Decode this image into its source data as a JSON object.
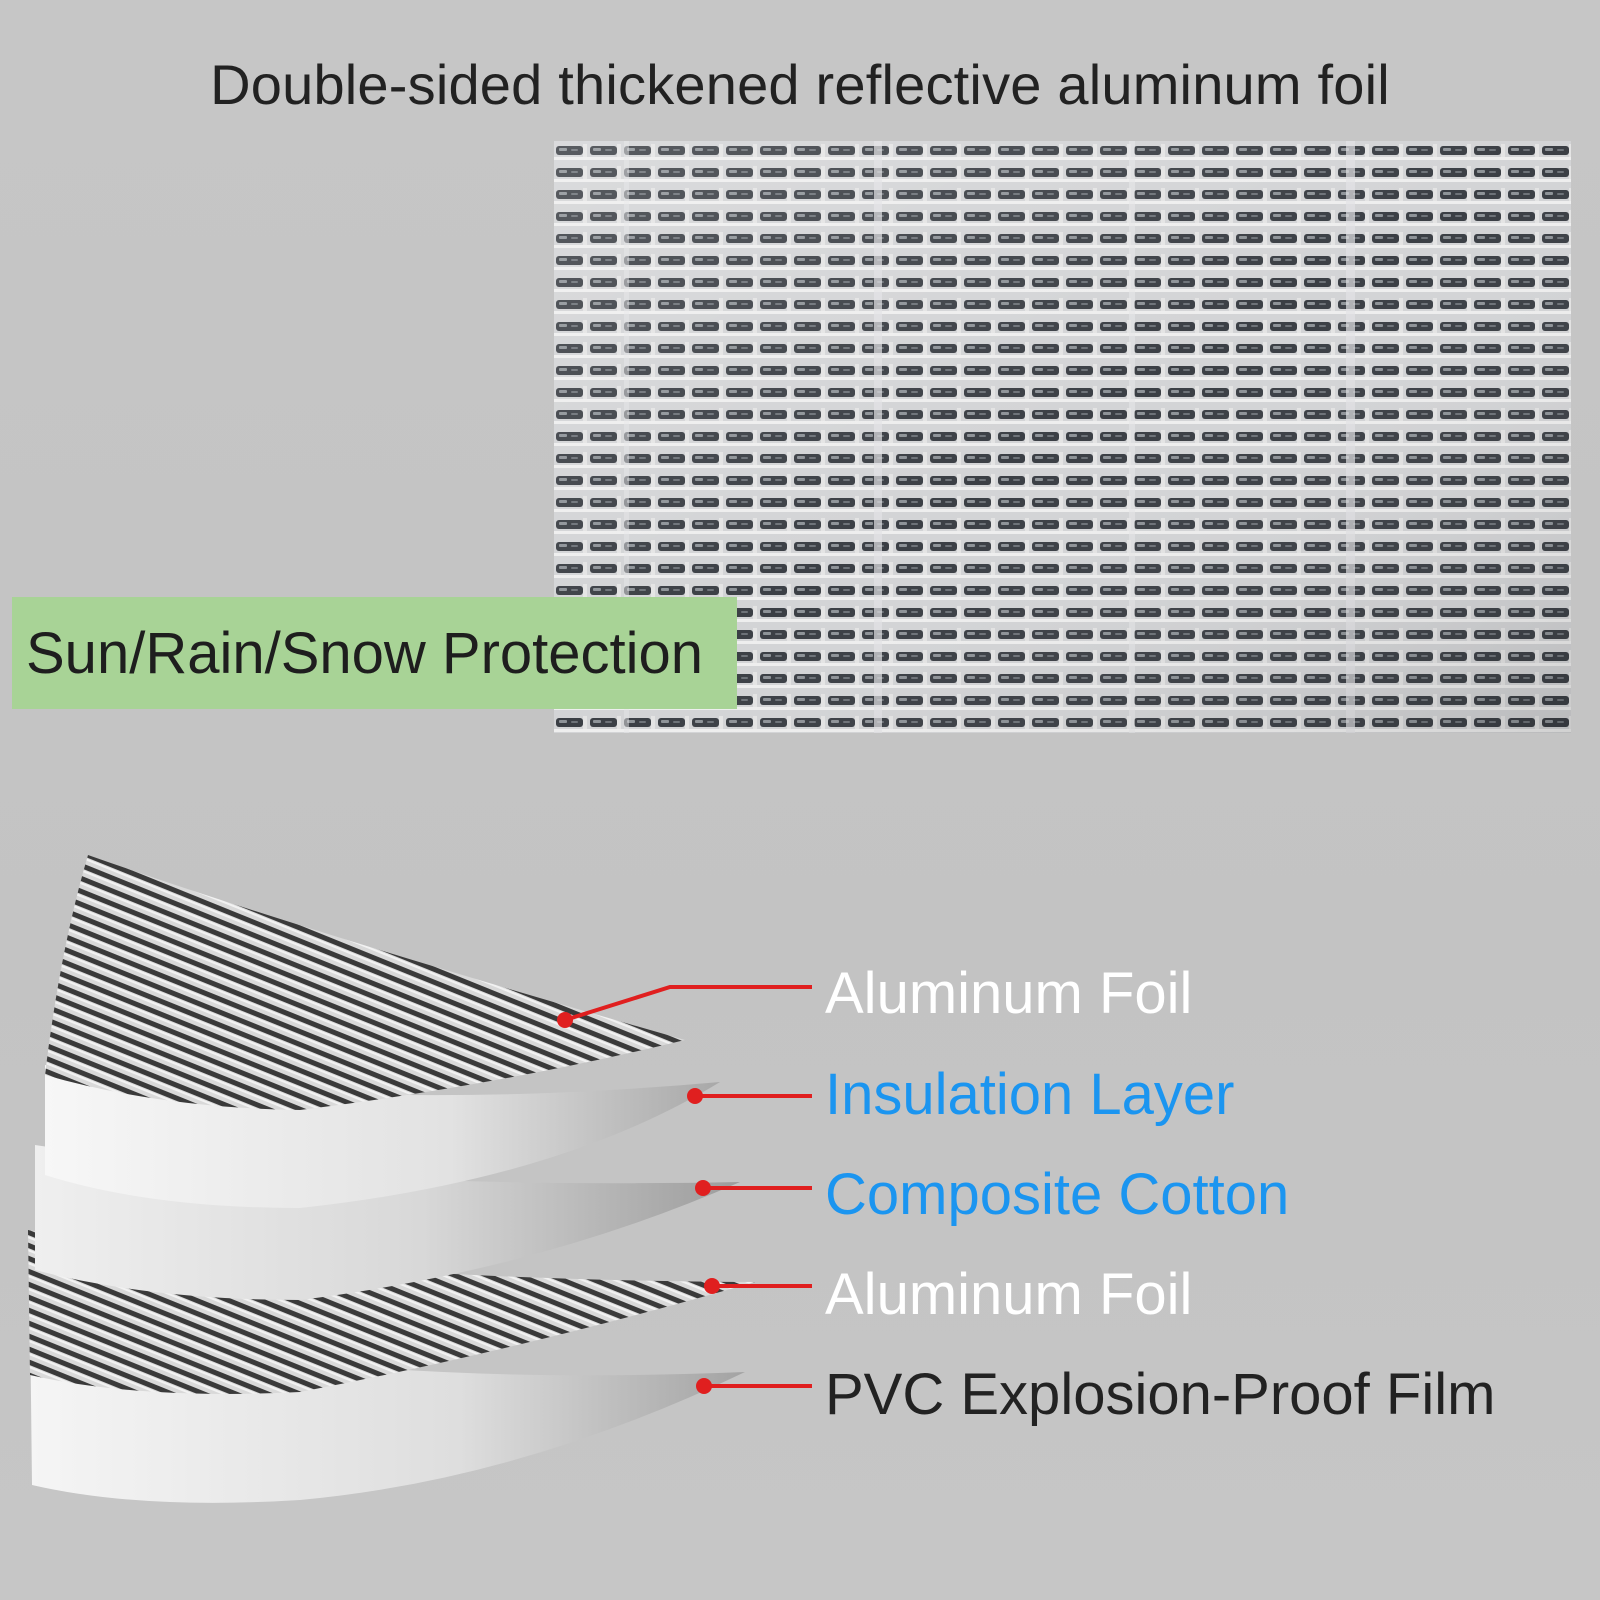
{
  "title": "Double-sided thickened reflective aluminum foil",
  "badge": {
    "text": "Sun/Rain/Snow Protection",
    "bg_color": "#a8d396"
  },
  "layers": [
    {
      "label": "Aluminum Foil",
      "color": "#ffffff"
    },
    {
      "label": "Insulation Layer",
      "color": "#1b95f0"
    },
    {
      "label": "Composite Cotton",
      "color": "#1b95f0"
    },
    {
      "label": "Aluminum Foil",
      "color": "#ffffff"
    },
    {
      "label": "PVC Explosion-Proof Film",
      "color": "#222222"
    }
  ],
  "colors": {
    "background": "#c4c4c4",
    "leader_line": "#e01f1f",
    "title_text": "#222222"
  }
}
